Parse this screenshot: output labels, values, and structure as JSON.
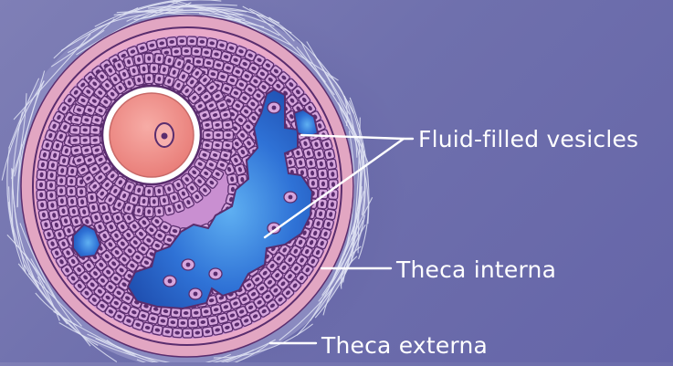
{
  "labels": {
    "fluid_filled_vesicles": "Fluid-filled vesicles",
    "theca_interna": "Theca interna",
    "theca_externa": "Theca externa"
  },
  "colors": {
    "background": "#6f70ad",
    "theca_externa_fibers": "#dfe3f3",
    "theca_interna": "#e2a6c2",
    "granulosa_cells": "#d6a6dd",
    "cell_outline": "#5a2d6e",
    "cell_nucleus": "#5a2d6e",
    "fluid": "#2f72d6",
    "oocyte": "#f2908c",
    "zona_pellucida": "#ffffff",
    "leader_lines": "#ffffff"
  }
}
